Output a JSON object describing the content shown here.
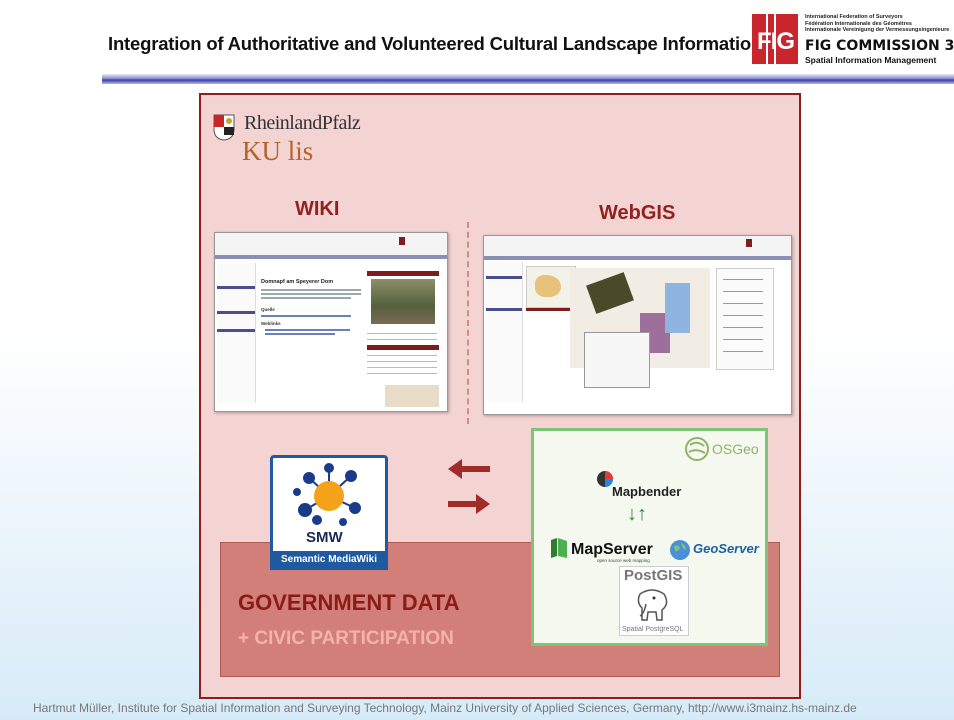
{
  "header": {
    "title": "Integration of Authoritative and Volunteered Cultural Landscape Information",
    "fig_logo_text": "FIG",
    "fig_small_lines": "International Federation of Surveyors\nFédération Internationale des Géomètres\nInternationale Vereinigung der Vermessungsingenieure",
    "fig_commission": "FIG COMMISSION 3",
    "fig_subtitle": "Spatial Information Management"
  },
  "branding": {
    "state_name": "RheinlandPfalz",
    "kulis": "KU lis"
  },
  "sections": {
    "wiki_label": "WIKI",
    "webgis_label": "WebGIS"
  },
  "wiki_page": {
    "heading": "Domnapf am Speyerer Dom",
    "quelle": "Quelle",
    "weblinks": "Weblinks"
  },
  "smw": {
    "logo_text": "SMW",
    "caption": "Semantic MediaWiki"
  },
  "government": {
    "line1": "GOVERNMENT DATA",
    "line2": "+ CIVIC PARTICIPATION"
  },
  "osgeo": {
    "brand": "OSGeo",
    "mapbender": "Mapbender",
    "arrows": "↓↑",
    "mapserver": "MapServer",
    "mapserver_sub": "open source web mapping",
    "geoserver": "GeoServer",
    "postgis": "PostGIS",
    "postgis_sub": "Spatial PostgreSQL"
  },
  "footer": {
    "credit": "Hartmut Müller, Institute for Spatial Information and Surveying Technology, Mainz University of Applied Sciences, Germany,  http://www.i3mainz.hs-mainz.de"
  },
  "colors": {
    "panel_fill": "#f3d4d3",
    "panel_border": "#8f1d1b",
    "gov_band": "#d37f79",
    "accent_red": "#922121",
    "osgeo_border": "#7cc576",
    "smw_blue": "#1f5aa1"
  }
}
